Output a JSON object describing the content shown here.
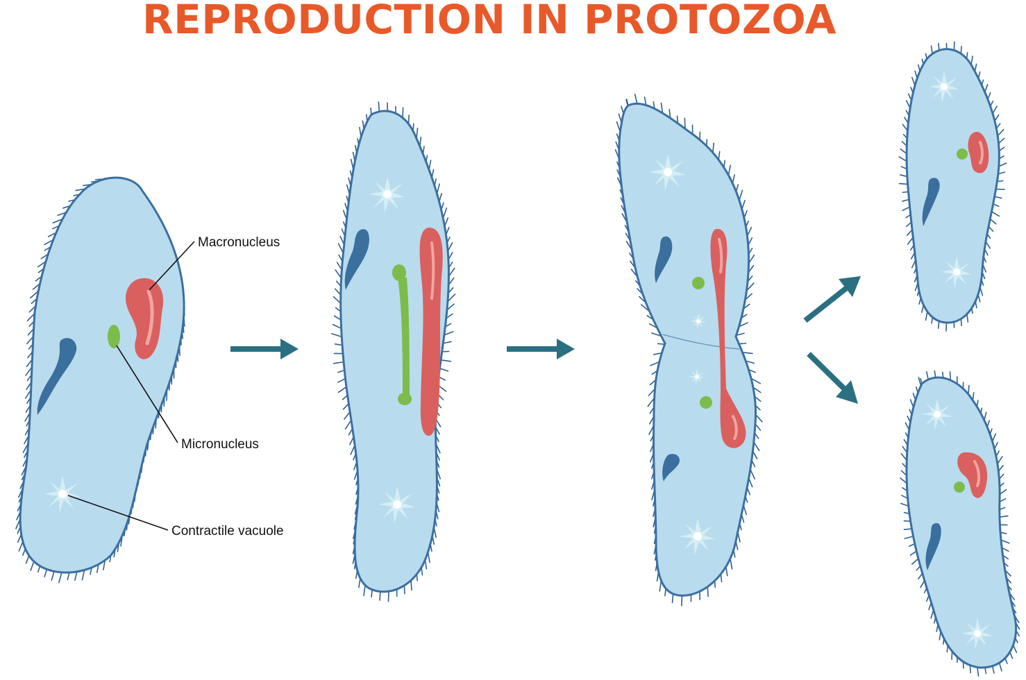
{
  "title": "REPRODUCTION IN PROTOZOA",
  "labels": {
    "macronucleus": "Macronucleus",
    "micronucleus": "Micronucleus",
    "contractile_vacuole": "Contractile vacuole"
  },
  "stages_shown": 3,
  "daughter_cells": 2,
  "colors": {
    "title": "#e8592a",
    "cell_fill": "#b9dbee",
    "cell_outline": "#3a6fa0",
    "cilia": "#2f5f8c",
    "macronucleus": "#d9605e",
    "macronucleus_highlight": "#f1a5a2",
    "micronucleus": "#7cbc4a",
    "oral_groove": "#3a6f9e",
    "vacuole": "#d8f1f5",
    "arrow": "#2b6f82",
    "leader_line": "#111111"
  }
}
